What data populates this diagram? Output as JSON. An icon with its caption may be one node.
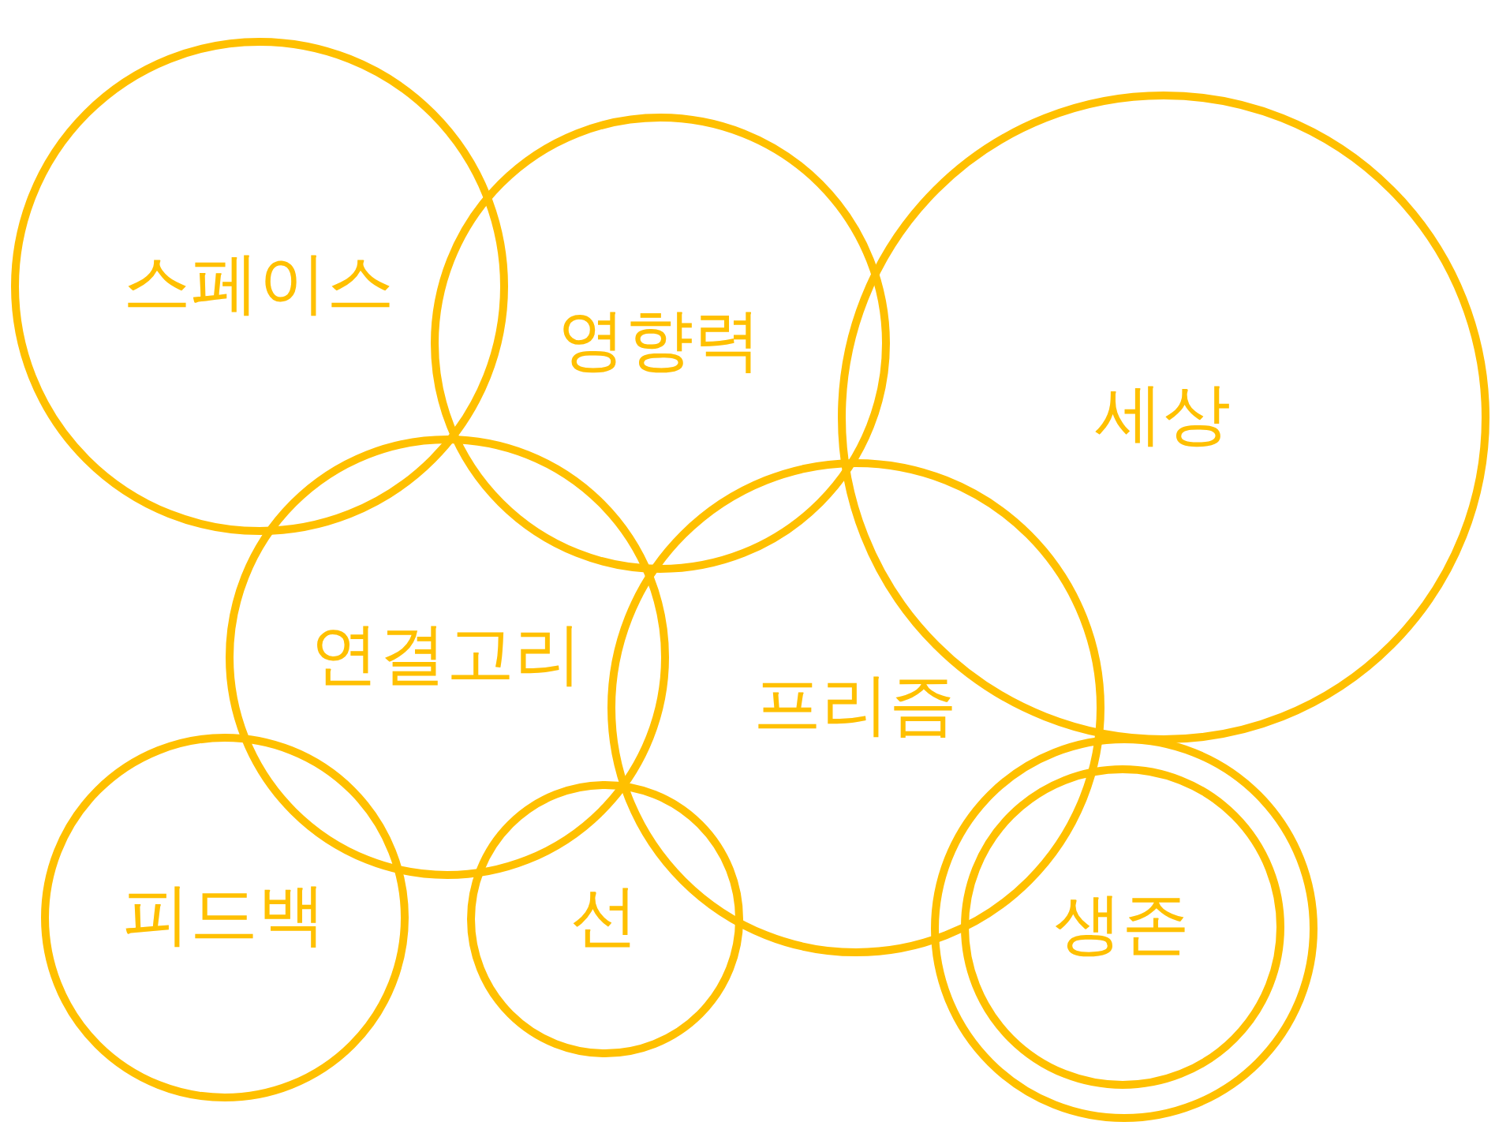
{
  "diagram": {
    "nodes": [
      {
        "text": [
          "스페이스"
        ]
      },
      {
        "text": [
          "영향력"
        ]
      },
      {
        "text": [
          "세상"
        ]
      },
      {
        "text": [
          "연결고리"
        ]
      },
      {
        "text": [
          "프리즘"
        ]
      },
      {
        "text": [
          "피드백"
        ]
      },
      {
        "text": [
          "선"
        ]
      },
      {
        "text": [],
        "shape": "circle"
      },
      {
        "text": [
          "생존"
        ],
        "in": 7
      }
    ]
  }
}
